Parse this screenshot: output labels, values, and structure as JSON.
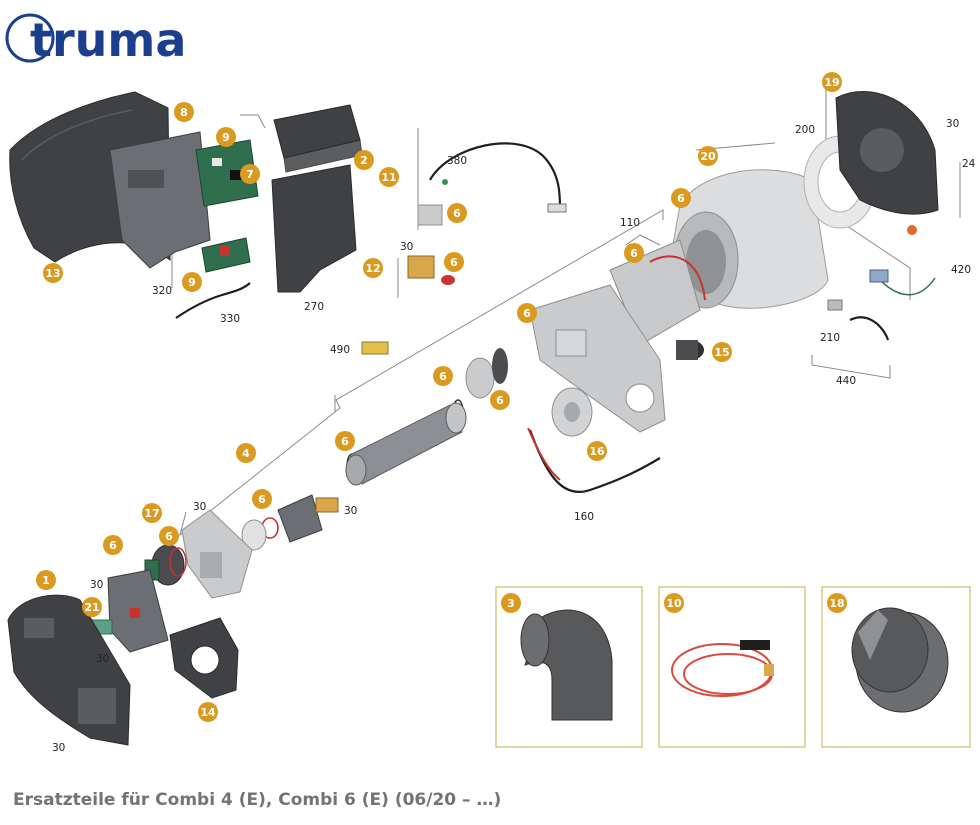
{
  "brand": {
    "logo_text": "truma",
    "logo_color": "#1b3e8f"
  },
  "caption": "Ersatzteile für Combi 4 (E), Combi 6 (E) (06/20 – …)",
  "colors": {
    "badge": "#d99a1f",
    "part_dark": "#3f4144",
    "inset_frame": "#d6b86a"
  },
  "badges": [
    {
      "id": "b13",
      "text": "13"
    },
    {
      "id": "b8",
      "text": "8"
    },
    {
      "id": "b9a",
      "text": "9"
    },
    {
      "id": "b9b",
      "text": "9"
    },
    {
      "id": "b7",
      "text": "7"
    },
    {
      "id": "b2",
      "text": "2"
    },
    {
      "id": "b11",
      "text": "11"
    },
    {
      "id": "b6a",
      "text": "6"
    },
    {
      "id": "b12",
      "text": "12"
    },
    {
      "id": "b6b",
      "text": "6"
    },
    {
      "id": "b20",
      "text": "20"
    },
    {
      "id": "b6c",
      "text": "6"
    },
    {
      "id": "b6d",
      "text": "6"
    },
    {
      "id": "b19",
      "text": "19"
    },
    {
      "id": "b6e",
      "text": "6"
    },
    {
      "id": "b15",
      "text": "15"
    },
    {
      "id": "b6f",
      "text": "6"
    },
    {
      "id": "b6g",
      "text": "6"
    },
    {
      "id": "b6h",
      "text": "6"
    },
    {
      "id": "b16",
      "text": "16"
    },
    {
      "id": "b4",
      "text": "4"
    },
    {
      "id": "b6i",
      "text": "6"
    },
    {
      "id": "b17",
      "text": "17"
    },
    {
      "id": "b6j",
      "text": "6"
    },
    {
      "id": "b6k",
      "text": "6"
    },
    {
      "id": "b1",
      "text": "1"
    },
    {
      "id": "b21",
      "text": "21"
    },
    {
      "id": "b14",
      "text": "14"
    },
    {
      "id": "b3",
      "text": "3"
    },
    {
      "id": "b10",
      "text": "10"
    },
    {
      "id": "b18",
      "text": "18"
    }
  ],
  "labels": [
    {
      "id": "l380",
      "text": "380"
    },
    {
      "id": "l30a",
      "text": "30"
    },
    {
      "id": "l320",
      "text": "320"
    },
    {
      "id": "l330",
      "text": "330"
    },
    {
      "id": "l270",
      "text": "270"
    },
    {
      "id": "l490",
      "text": "490"
    },
    {
      "id": "l110",
      "text": "110"
    },
    {
      "id": "l200",
      "text": "200"
    },
    {
      "id": "l30b",
      "text": "30"
    },
    {
      "id": "l24",
      "text": "24"
    },
    {
      "id": "l420",
      "text": "420"
    },
    {
      "id": "l210",
      "text": "210"
    },
    {
      "id": "l440",
      "text": "440"
    },
    {
      "id": "l160",
      "text": "160"
    },
    {
      "id": "l30c",
      "text": "30"
    },
    {
      "id": "l30d",
      "text": "30"
    },
    {
      "id": "l30e",
      "text": "30"
    },
    {
      "id": "l30f",
      "text": "30"
    },
    {
      "id": "l30g",
      "text": "30"
    }
  ]
}
